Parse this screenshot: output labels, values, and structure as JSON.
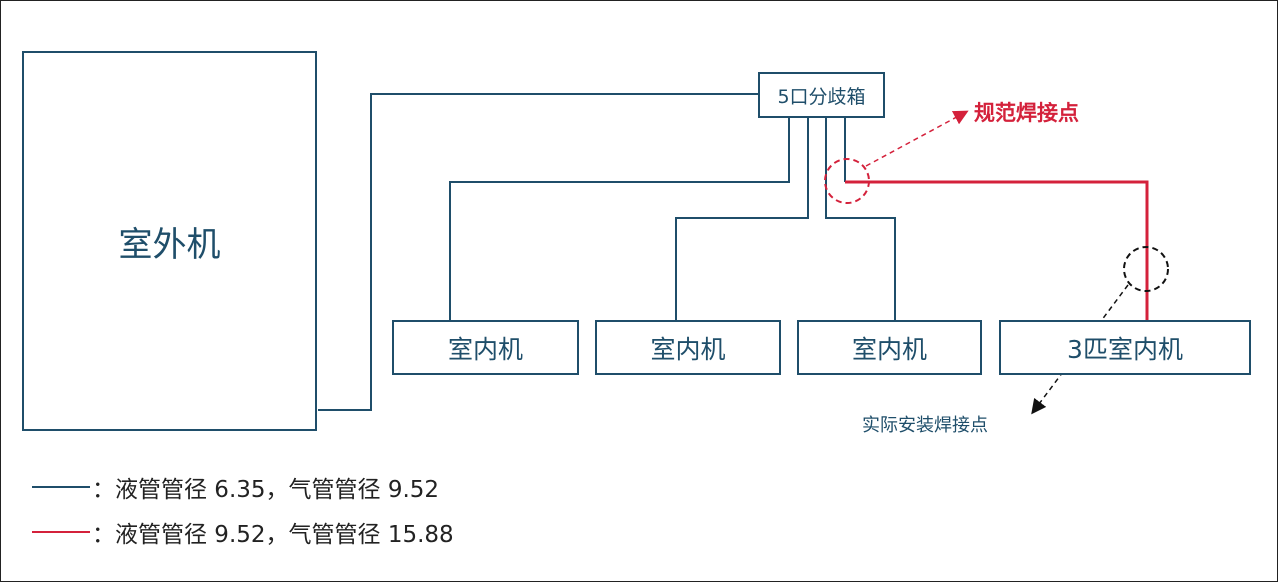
{
  "diagram": {
    "outdoor_unit": "室外机",
    "branch_box": "5口分歧箱",
    "indoor_units": [
      "室内机",
      "室内机",
      "室内机",
      "3匹室内机"
    ],
    "annotations": {
      "standard_weld_point": "规范焊接点",
      "actual_weld_point": "实际安装焊接点"
    },
    "legend": [
      {
        "label": "：液管管径 6.35，气管管径 9.52",
        "color": "#1f4e6a"
      },
      {
        "label": "：液管管径 9.52，气管管径 15.88",
        "color": "#d4213b"
      }
    ],
    "colors": {
      "pipe_small": "#1f4e6a",
      "pipe_large": "#d4213b"
    }
  }
}
